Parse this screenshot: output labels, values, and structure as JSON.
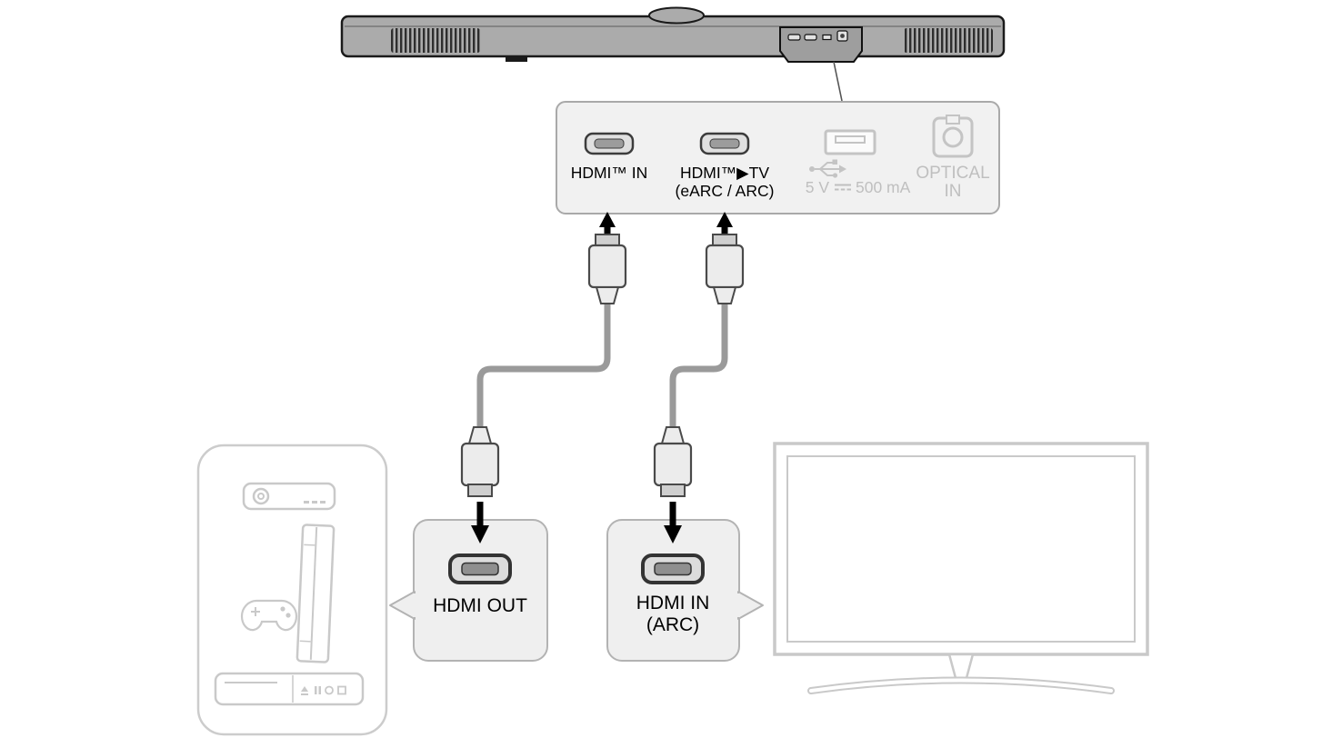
{
  "panel": {
    "hdmi_in_label": "HDMI™ IN",
    "hdmi_tv_lines": [
      "HDMI™▶TV",
      "(eARC / ARC)"
    ],
    "usb_voltage": "5 V",
    "usb_current": "500 mA",
    "optical_lines": [
      "OPTICAL",
      "IN"
    ]
  },
  "connections": {
    "hdmi_out": {
      "label": "HDMI OUT"
    },
    "hdmi_in_arc": {
      "lines": [
        "HDMI IN",
        "(ARC)"
      ]
    }
  },
  "icons": {
    "hdmi_port": "hdmi-port-icon",
    "usb_port": "usb-port-icon",
    "usb_symbol": "usb-trident-icon",
    "dc_power": "dc-symbol-icon",
    "optical_port": "optical-port-icon",
    "arrow_up": "arrow-up-icon",
    "arrow_down": "arrow-down-icon",
    "set_top_box": "set-top-box-icon",
    "game_console": "game-console-icon",
    "game_controller": "gamepad-icon",
    "disc_player": "disc-player-icon",
    "tv": "tv-icon"
  },
  "colors": {
    "soundbar": "#ababab",
    "outline_dark": "#1a1a1a",
    "panel_fill": "#f1f1f1",
    "panel_border": "#a9a9a9",
    "inactive": "#c4c4c4",
    "inactive_text": "#bfbfbf",
    "cable": "#9a9a9a",
    "connector_fill": "#ececec",
    "connector_stroke": "#4a4a4a",
    "callout_fill": "#efefef",
    "callout_border": "#b3b3b3",
    "device_outline": "#c9c9c9",
    "arrow": "#000000",
    "text": "#000000"
  }
}
